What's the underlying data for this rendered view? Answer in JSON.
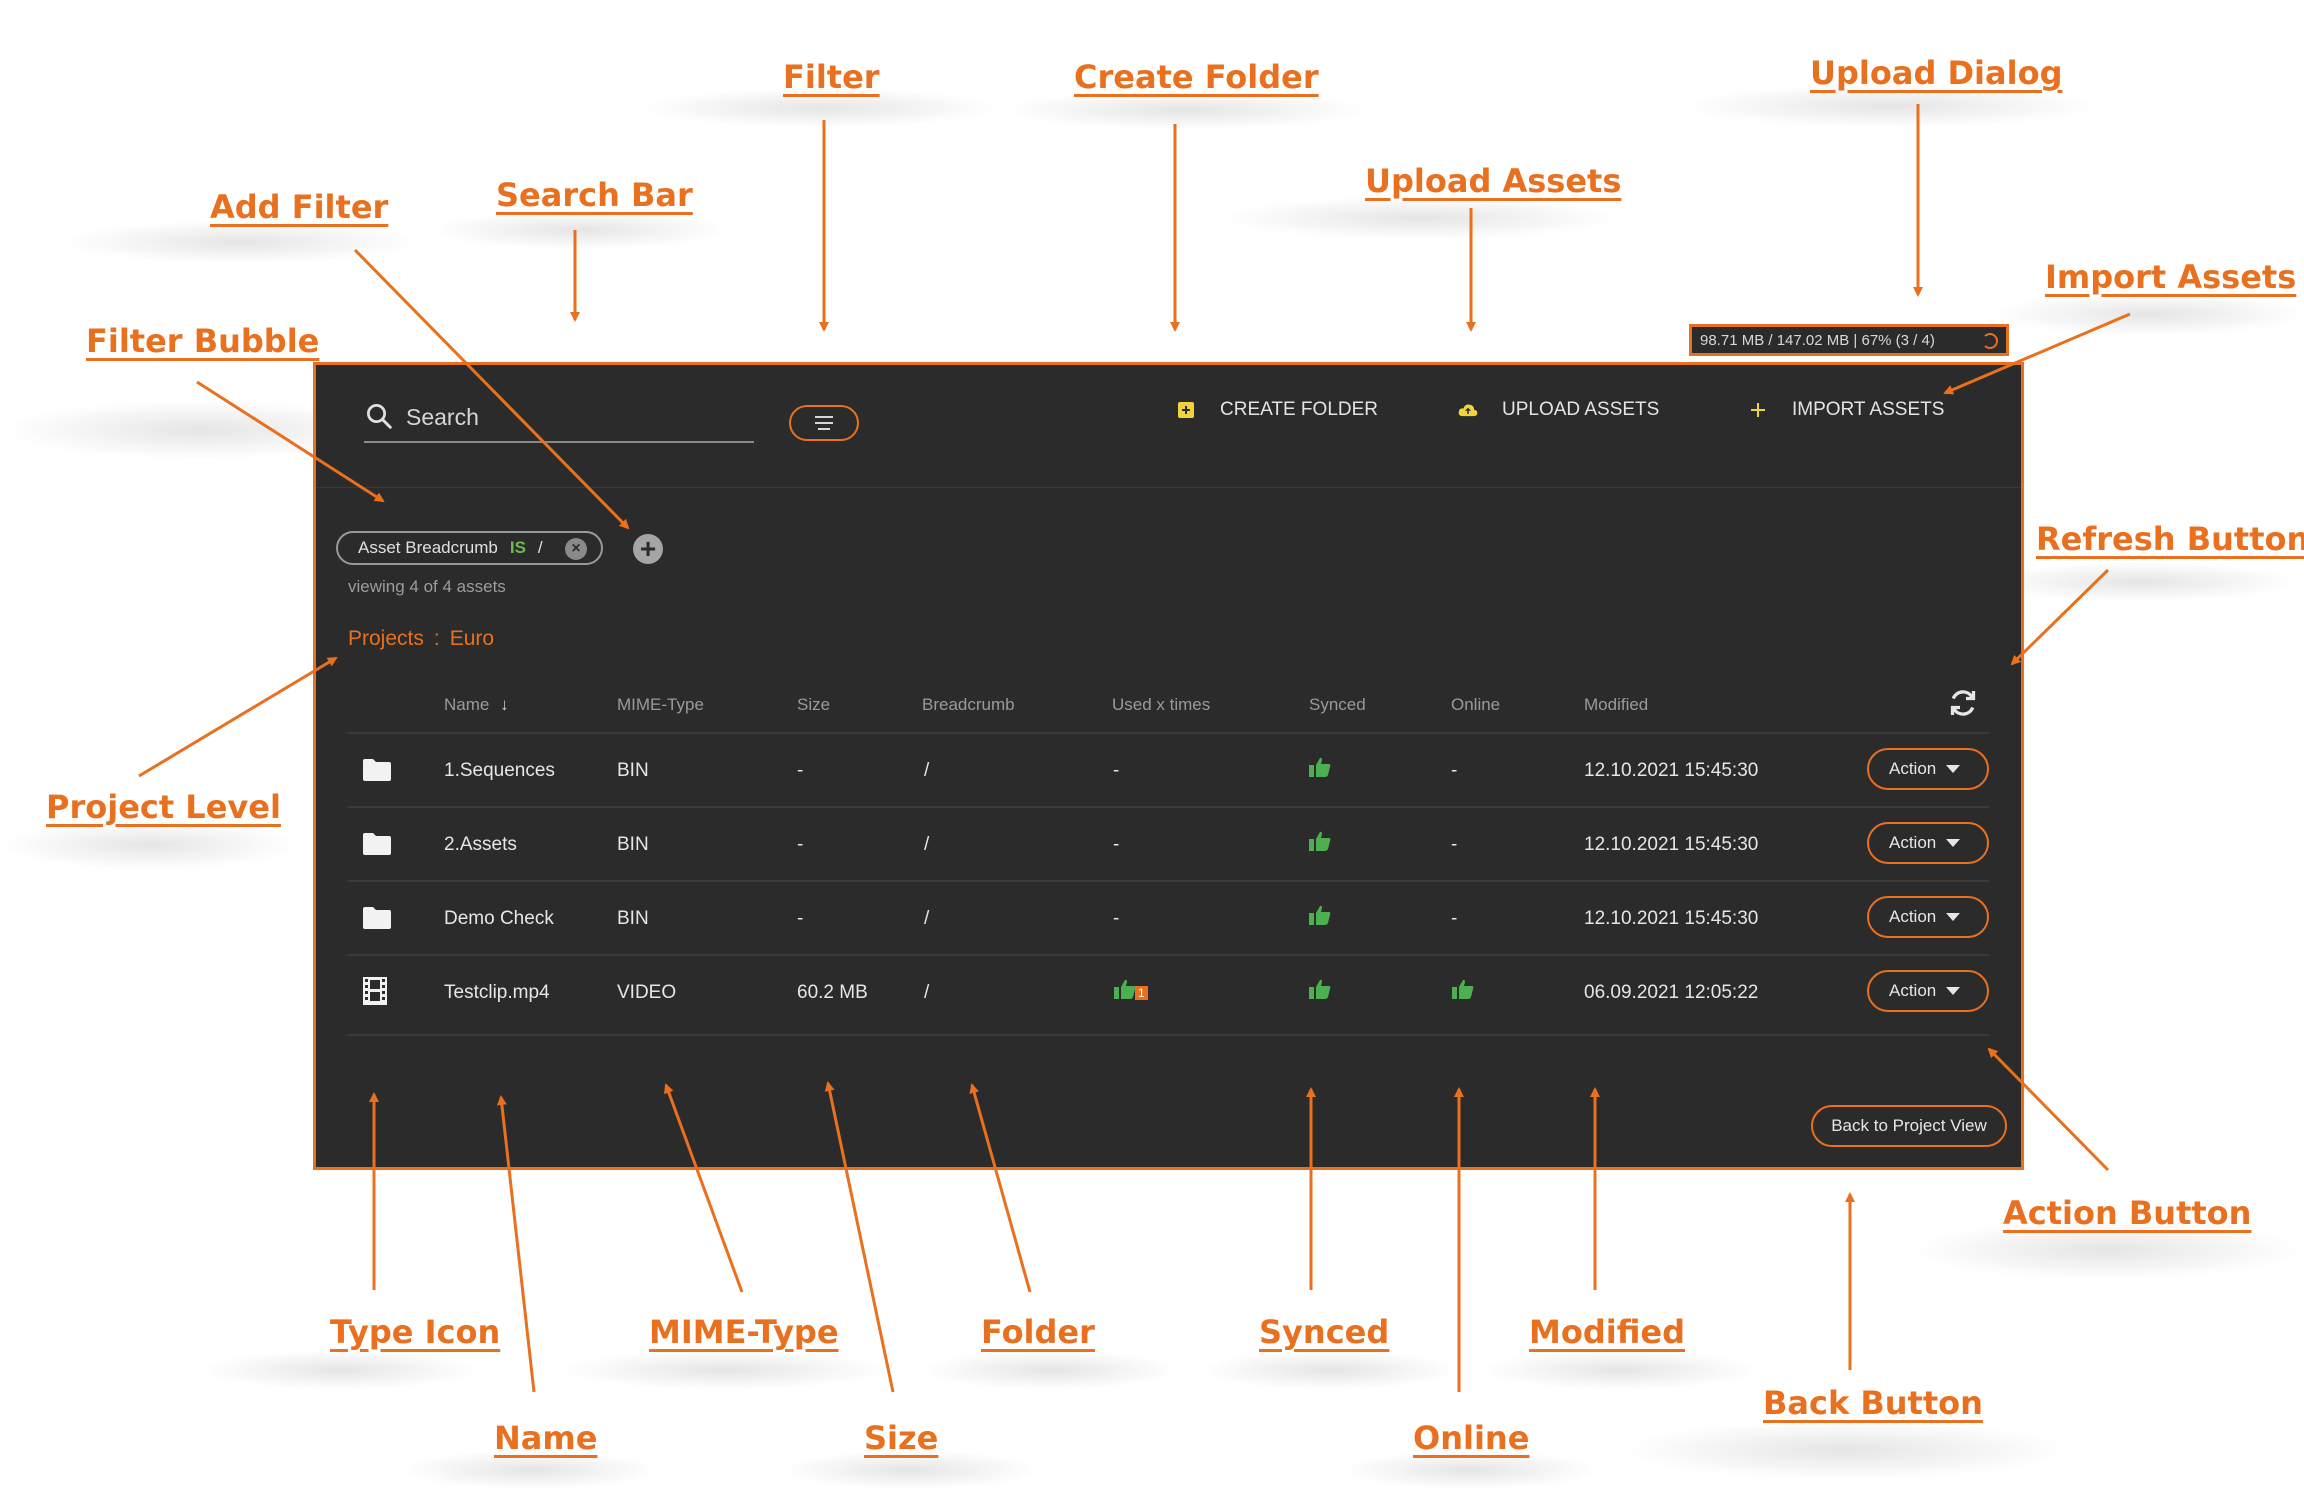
{
  "callouts": {
    "filter": "Filter",
    "create_folder": "Create Folder",
    "upload_dialog": "Upload Dialog",
    "add_filter": "Add Filter",
    "search_bar": "Search Bar",
    "upload_assets": "Upload Assets",
    "import_assets": "Import Assets",
    "filter_bubble": "Filter Bubble",
    "refresh_button": "Refresh Button",
    "project_level": "Project Level",
    "action_button": "Action Button",
    "type_icon": "Type Icon",
    "mime_type": "MIME-Type",
    "folder": "Folder",
    "synced": "Synced",
    "modified": "Modified",
    "name": "Name",
    "size": "Size",
    "online": "Online",
    "back_button": "Back Button"
  },
  "upload_dialog": {
    "status": "98.71 MB / 147.02 MB | 67% (3 / 4)"
  },
  "search": {
    "placeholder": "Search"
  },
  "toolbar": {
    "create_folder": "CREATE FOLDER",
    "upload_assets": "UPLOAD ASSETS",
    "import_assets": "IMPORT ASSETS"
  },
  "filter_bubble": {
    "field": "Asset Breadcrumb",
    "operator": "IS",
    "value": "/"
  },
  "viewing": "viewing 4 of 4 assets",
  "breadcrumb": {
    "root": "Projects",
    "separator": ":",
    "current": "Euro"
  },
  "table": {
    "headers": {
      "name": "Name",
      "mime": "MIME-Type",
      "size": "Size",
      "breadcrumb": "Breadcrumb",
      "used": "Used x times",
      "synced": "Synced",
      "online": "Online",
      "modified": "Modified"
    },
    "rows": [
      {
        "type": "folder-icon",
        "name": "1.Sequences",
        "mime": "BIN",
        "size": "-",
        "breadcrumb": "/",
        "used": "-",
        "synced": "thumbs-up",
        "online": "-",
        "modified": "12.10.2021 15:45:30",
        "action": "Action"
      },
      {
        "type": "folder-icon",
        "name": "2.Assets",
        "mime": "BIN",
        "size": "-",
        "breadcrumb": "/",
        "used": "-",
        "synced": "thumbs-up",
        "online": "-",
        "modified": "12.10.2021 15:45:30",
        "action": "Action"
      },
      {
        "type": "folder-icon",
        "name": "Demo Check",
        "mime": "BIN",
        "size": "-",
        "breadcrumb": "/",
        "used": "-",
        "synced": "thumbs-up",
        "online": "-",
        "modified": "12.10.2021 15:45:30",
        "action": "Action"
      },
      {
        "type": "film-icon",
        "name": "Testclip.mp4",
        "mime": "VIDEO",
        "size": "60.2 MB",
        "breadcrumb": "/",
        "used": "1",
        "synced": "thumbs-up",
        "online": "thumbs-up",
        "modified": "06.09.2021 12:05:22",
        "action": "Action"
      }
    ]
  },
  "back_button": "Back to Project View",
  "colors": {
    "accent": "#e8701e",
    "panel": "#2b2b2b",
    "ok": "#4caf50",
    "create_icon": "#f2d43a"
  }
}
